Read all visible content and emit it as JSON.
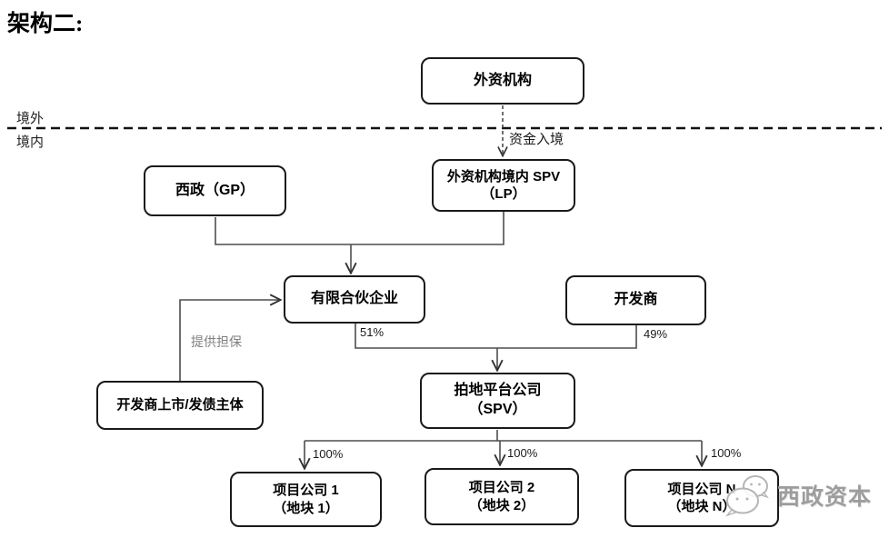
{
  "title": "架构二:",
  "boundary": {
    "offshore_label": "境外",
    "onshore_label": "境内"
  },
  "nodes": {
    "foreign_institution": {
      "label": "外资机构"
    },
    "xizheng_gp": {
      "label": "西政（GP）"
    },
    "foreign_spv": {
      "line1": "外资机构境内 SPV",
      "line2": "（LP）"
    },
    "limited_partnership": {
      "label": "有限合伙企业"
    },
    "developer": {
      "label": "开发商"
    },
    "developer_listed_entity": {
      "label": "开发商上市/发债主体"
    },
    "land_platform": {
      "line1": "拍地平台公司",
      "line2": "（SPV）"
    },
    "project_company_1": {
      "line1": "项目公司 1",
      "line2": "（地块 1）"
    },
    "project_company_2": {
      "line1": "项目公司 2",
      "line2": "（地块 2）"
    },
    "project_company_n": {
      "line1": "项目公司 N",
      "line2": "（地块 N）"
    }
  },
  "edges": {
    "capital_entry_label": "资金入境",
    "guarantee_label": "提供担保",
    "partnership_share": "51%",
    "developer_share": "49%",
    "project1_share": "100%",
    "project2_share": "100%",
    "projectn_share": "100%"
  },
  "watermark": {
    "brand": "西政资本",
    "icon": "wechat-icon"
  },
  "colors": {
    "connector": "#4d4d4d",
    "boundary_line": "#111111",
    "box_border": "#1a1a1a",
    "gray_label": "#7f7f7f",
    "watermark_text": "#9d9d9d"
  }
}
